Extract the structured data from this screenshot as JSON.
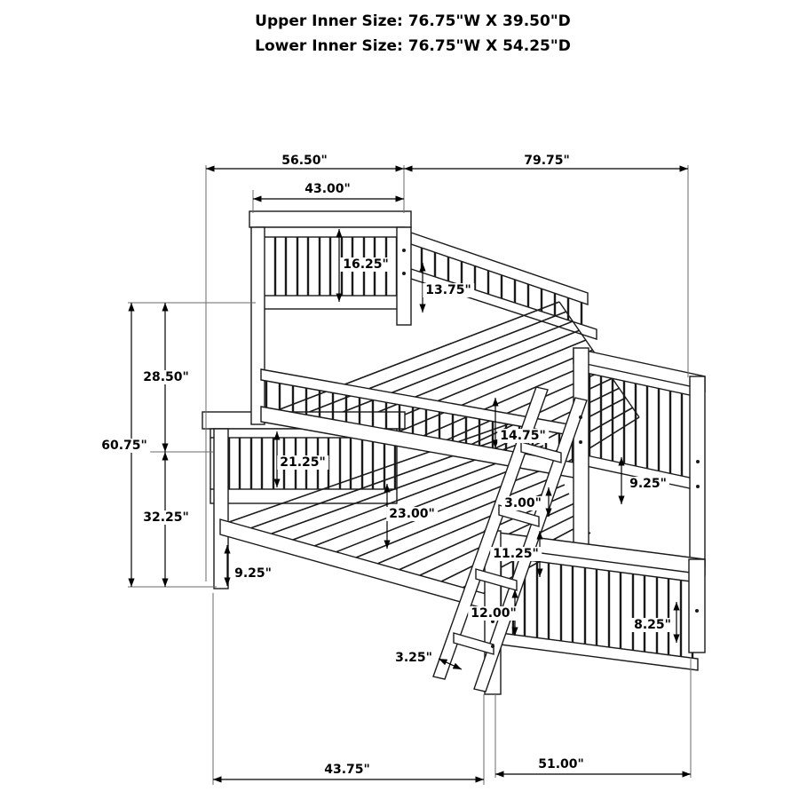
{
  "title": {
    "line1": "Upper Inner Size: 76.75\"W X 39.50\"D",
    "line2": "Lower Inner Size: 76.75\"W X 54.25\"D"
  },
  "dimensions": {
    "upper_overall_width": "56.50\"",
    "overall_length": "79.75\"",
    "upper_headboard_width": "43.00\"",
    "upper_headboard_panel": "16.25\"",
    "upper_back_rail": "13.75\"",
    "upper_section_height": "28.50\"",
    "overall_height": "60.75\"",
    "lower_section_height": "32.25\"",
    "lower_headboard_panel": "21.25\"",
    "upper_guardrail": "14.75\"",
    "bunk_clearance": "23.00\"",
    "ladder_offset": "3.00\"",
    "upper_footboard_panel": "9.25\"",
    "rung_spacing_upper": "11.25\"",
    "lower_rail_height": "9.25\"",
    "rung_spacing_lower": "12.00\"",
    "lower_footboard_panel": "8.25\"",
    "ladder_base": "3.25\"",
    "lower_bed_length": "43.75\"",
    "lower_footboard_width": "51.00\""
  }
}
